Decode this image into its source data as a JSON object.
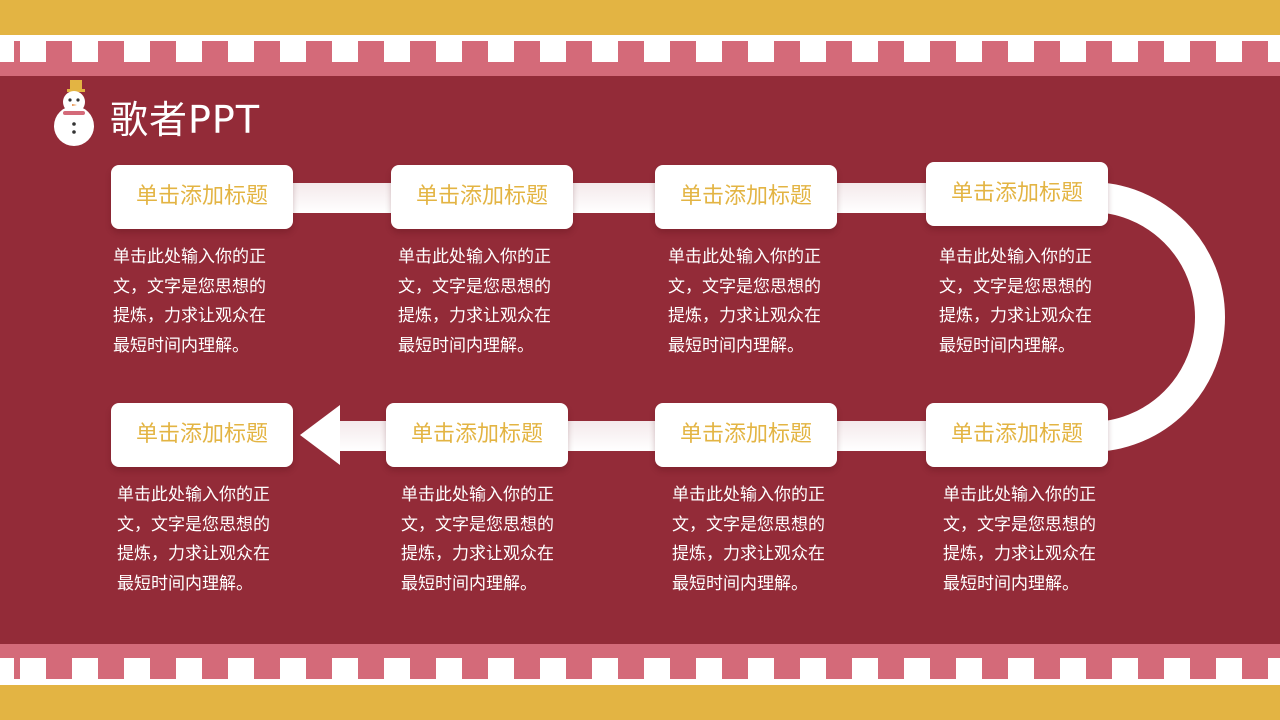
{
  "header": {
    "title": "歌者PPT",
    "logo_icon": "snowman-icon"
  },
  "colors": {
    "background": "#932b38",
    "gold": "#e3b443",
    "pink": "#d46a79",
    "white": "#ffffff"
  },
  "steps": [
    {
      "title": "单击添加标题",
      "lines": [
        "单击此处输入你的正",
        "文，文字是您思想的",
        "提炼，力求让观众在",
        "最短时间内理解。"
      ]
    },
    {
      "title": "单击添加标题",
      "lines": [
        "单击此处输入你的正",
        "文，文字是您思想的",
        "提炼，力求让观众在",
        "最短时间内理解。"
      ]
    },
    {
      "title": "单击添加标题",
      "lines": [
        "单击此处输入你的正",
        "文，文字是您思想的",
        "提炼，力求让观众在",
        "最短时间内理解。"
      ]
    },
    {
      "title": "单击添加标题",
      "lines": [
        "单击此处输入你的正",
        "文，文字是您思想的",
        "提炼，力求让观众在",
        "最短时间内理解。"
      ]
    },
    {
      "title": "单击添加标题",
      "lines": [
        "单击此处输入你的正",
        "文，文字是您思想的",
        "提炼，力求让观众在",
        "最短时间内理解。"
      ]
    },
    {
      "title": "单击添加标题",
      "lines": [
        "单击此处输入你的正",
        "文，文字是您思想的",
        "提炼，力求让观众在",
        "最短时间内理解。"
      ]
    },
    {
      "title": "单击添加标题",
      "lines": [
        "单击此处输入你的正",
        "文，文字是您思想的",
        "提炼，力求让观众在",
        "最短时间内理解。"
      ]
    },
    {
      "title": "单击添加标题",
      "lines": [
        "单击此处输入你的正",
        "文，文字是您思想的",
        "提炼，力求让观众在",
        "最短时间内理解。"
      ]
    }
  ]
}
